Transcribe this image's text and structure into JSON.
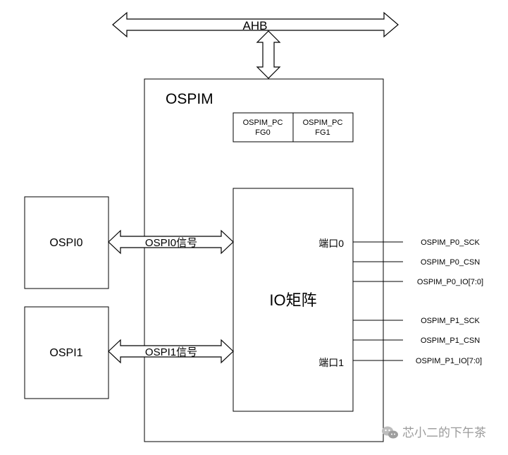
{
  "bus": {
    "label": "AHB"
  },
  "ospim": {
    "title": "OSPIM",
    "reg0": [
      "OSPIM_PC",
      "FG0"
    ],
    "reg1": [
      "OSPIM_PC",
      "FG1"
    ]
  },
  "matrix": {
    "label": "IO矩阵",
    "port0": "端口0",
    "port1": "端口1"
  },
  "ospi0": {
    "label": "OSPI0",
    "signal": "OSPI0信号"
  },
  "ospi1": {
    "label": "OSPI1",
    "signal": "OSPI1信号"
  },
  "pins": [
    "OSPIM_P0_SCK",
    "OSPIM_P0_CSN",
    "OSPIM_P0_IO[7:0]",
    "OSPIM_P1_SCK",
    "OSPIM_P1_CSN",
    "OSPIM_P1_IO[7:0]"
  ],
  "watermark": {
    "text": "芯小二的下午茶",
    "icon": "wechat-icon"
  }
}
